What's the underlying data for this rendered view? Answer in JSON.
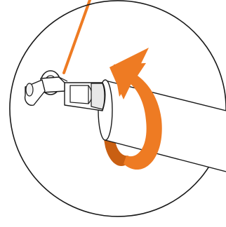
{
  "diagram": {
    "kind": "instruction-illustration",
    "depicts": [
      "circular-detail-callout",
      "cylindrical-rod",
      "nozzle-fitting",
      "rotation-arrow",
      "leader-line"
    ],
    "colors": {
      "background": "#ffffff",
      "outline": "#1a1a1a",
      "accent": "#ee7b23",
      "accent_dark": "#c95f12"
    },
    "rotation_direction": "counter-clockwise"
  }
}
